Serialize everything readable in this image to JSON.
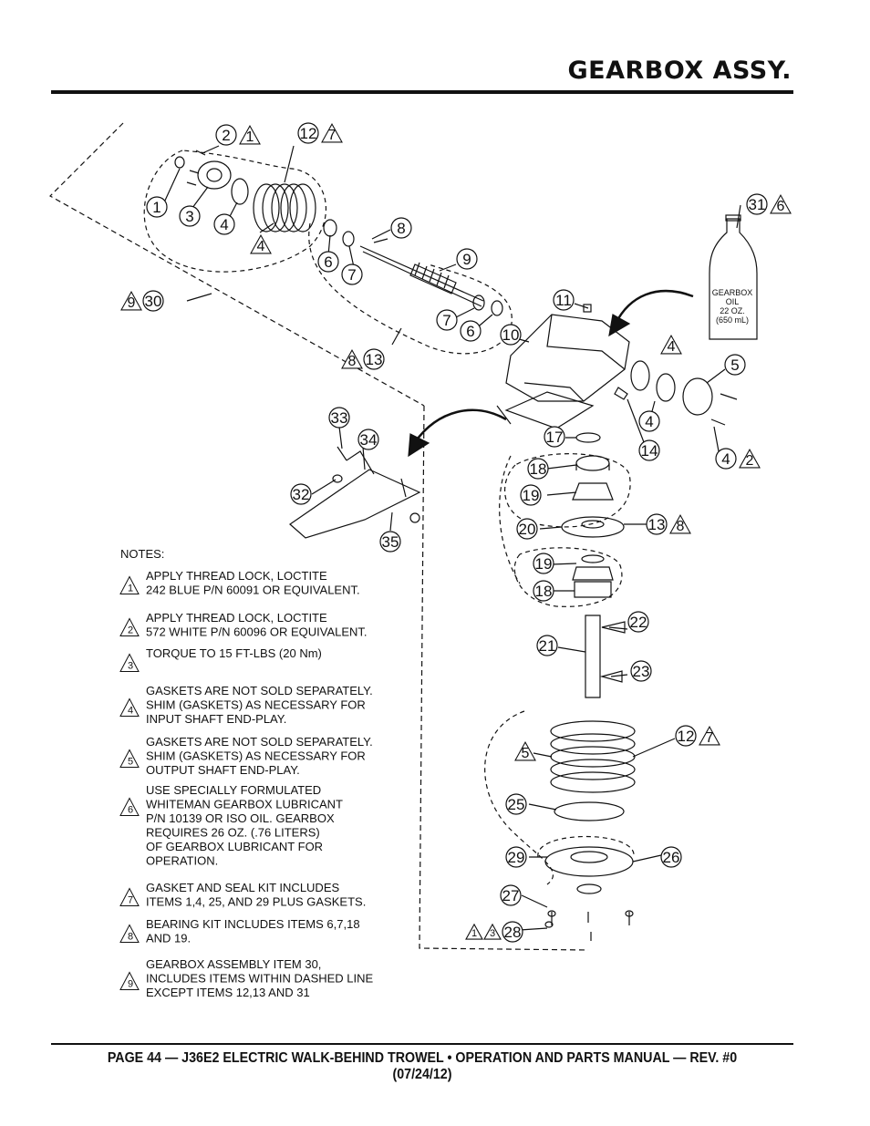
{
  "header": {
    "title": "GEARBOX ASSY."
  },
  "footer": {
    "text": "PAGE 44 — J36E2 ELECTRIC WALK-BEHIND TROWEL • OPERATION AND PARTS MANUAL — REV. #0 (07/24/12)"
  },
  "bottle": {
    "lines": [
      "GEARBOX",
      "OIL",
      "22 OZ.",
      "(650 mL)"
    ]
  },
  "callouts": [
    {
      "num": "2",
      "note": "1"
    },
    {
      "num": "12",
      "note": "7"
    },
    {
      "num": "1"
    },
    {
      "num": "3"
    },
    {
      "num": "4"
    },
    {
      "note": "4"
    },
    {
      "num": "8"
    },
    {
      "num": "6"
    },
    {
      "num": "7"
    },
    {
      "num": "9"
    },
    {
      "num": "31",
      "note": "6"
    },
    {
      "note": "9",
      "num": "30"
    },
    {
      "num": "11"
    },
    {
      "num": "7"
    },
    {
      "num": "6"
    },
    {
      "num": "10"
    },
    {
      "note": "4"
    },
    {
      "num": "5"
    },
    {
      "note": "8",
      "num": "13"
    },
    {
      "num": "4"
    },
    {
      "num": "14"
    },
    {
      "num": "4",
      "note": "2"
    },
    {
      "num": "33"
    },
    {
      "num": "34"
    },
    {
      "num": "32"
    },
    {
      "num": "35"
    },
    {
      "num": "17"
    },
    {
      "num": "18"
    },
    {
      "num": "19"
    },
    {
      "num": "20"
    },
    {
      "num": "13",
      "note": "8"
    },
    {
      "num": "19"
    },
    {
      "num": "18"
    },
    {
      "num": "22"
    },
    {
      "num": "21"
    },
    {
      "num": "23"
    },
    {
      "num": "12",
      "note": "7"
    },
    {
      "note": "5"
    },
    {
      "num": "25"
    },
    {
      "num": "29"
    },
    {
      "num": "26"
    },
    {
      "num": "27"
    },
    {
      "notes": [
        "1",
        "3"
      ],
      "num": "28"
    }
  ],
  "notes": {
    "heading": "NOTES:",
    "items": [
      {
        "num": "1",
        "lines": [
          "APPLY THREAD LOCK, LOCTITE",
          "242 BLUE P/N 60091 OR EQUIVALENT."
        ]
      },
      {
        "num": "2",
        "lines": [
          "APPLY THREAD LOCK, LOCTITE",
          "572 WHITE P/N 60096 OR EQUIVALENT."
        ]
      },
      {
        "num": "3",
        "lines": [
          "TORQUE TO  15 FT-LBS (20 Nm)"
        ]
      },
      {
        "num": "4",
        "lines": [
          "GASKETS ARE NOT SOLD SEPARATELY.",
          "SHIM (GASKETS) AS NECESSARY FOR",
          "INPUT SHAFT END-PLAY."
        ]
      },
      {
        "num": "5",
        "lines": [
          "GASKETS ARE NOT SOLD SEPARATELY.",
          "SHIM (GASKETS) AS NECESSARY FOR",
          "OUTPUT SHAFT END-PLAY."
        ]
      },
      {
        "num": "6",
        "lines": [
          "USE SPECIALLY FORMULATED",
          "WHITEMAN GEARBOX LUBRICANT",
          "P/N 10139 OR ISO OIL. GEARBOX",
          "REQUIRES 26 OZ. (.76 LITERS)",
          "OF GEARBOX LUBRICANT FOR",
          "OPERATION."
        ]
      },
      {
        "num": "7",
        "lines": [
          "GASKET AND SEAL KIT INCLUDES",
          "ITEMS 1,4, 25, AND 29  PLUS GASKETS."
        ]
      },
      {
        "num": "8",
        "lines": [
          "BEARING KIT INCLUDES ITEMS 6,7,18",
          "AND 19."
        ]
      },
      {
        "num": "9",
        "lines": [
          "GEARBOX ASSEMBLY ITEM 30,",
          "INCLUDES ITEMS WITHIN DASHED LINE",
          "EXCEPT ITEMS 12,13 AND 31"
        ]
      }
    ]
  }
}
